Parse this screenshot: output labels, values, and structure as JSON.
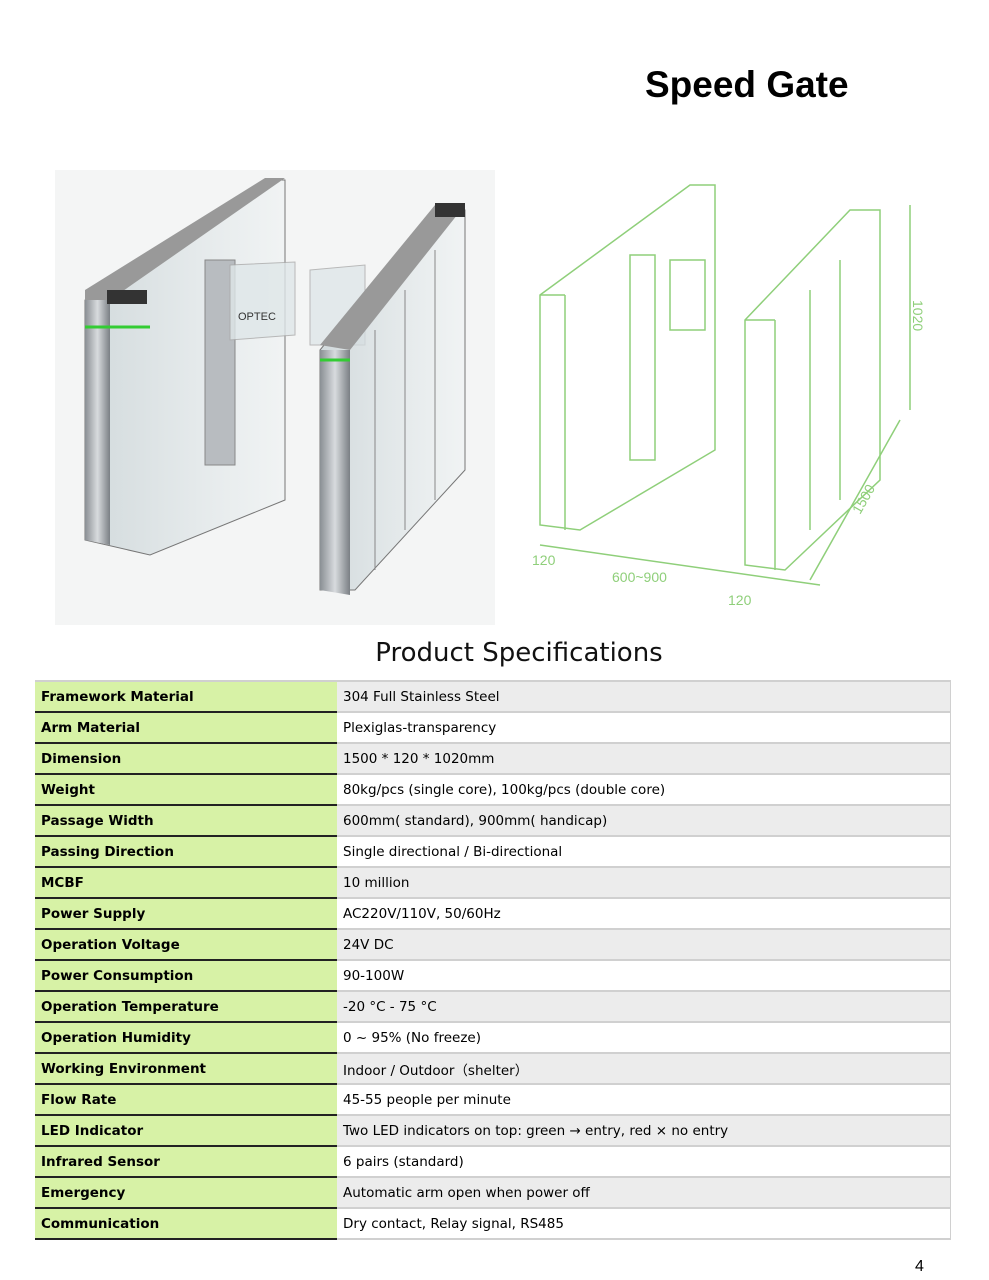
{
  "title": "Speed Gate",
  "photo": {
    "logo_text": "OPTEC"
  },
  "drawing": {
    "dim_height": "1020",
    "dim_length": "1500",
    "dim_width_left": "120",
    "dim_passage": "600~900",
    "dim_width_right": "120"
  },
  "spec_title": "Product Specifications",
  "specs": [
    {
      "k": "Framework Material",
      "v": "304 Full Stainless Steel"
    },
    {
      "k": "Arm Material",
      "v": "Plexiglas-transparency"
    },
    {
      "k": "Dimension",
      "v": "1500 * 120 * 1020mm"
    },
    {
      "k": "Weight",
      "v": "80kg/pcs (single core), 100kg/pcs (double core)"
    },
    {
      "k": "Passage Width",
      "v": "600mm( standard), 900mm( handicap)"
    },
    {
      "k": "Passing Direction",
      "v": "Single directional / Bi-directional"
    },
    {
      "k": "MCBF",
      "v": "10 million"
    },
    {
      "k": "Power Supply",
      "v": "AC220V/110V, 50/60Hz"
    },
    {
      "k": "Operation Voltage",
      "v": "24V DC"
    },
    {
      "k": "Power Consumption",
      "v": "90-100W"
    },
    {
      "k": "Operation Temperature",
      "v": "-20 °C - 75 °C"
    },
    {
      "k": "Operation Humidity",
      "v": "0 ~ 95% (No freeze)"
    },
    {
      "k": "Working Environment",
      "v": "Indoor / Outdoor（shelter）"
    },
    {
      "k": "Flow Rate",
      "v": "45-55 people per minute"
    },
    {
      "k": "LED Indicator",
      "v": "Two LED indicators on top: green → entry, red × no entry"
    },
    {
      "k": "Infrared Sensor",
      "v": "6 pairs (standard)"
    },
    {
      "k": "Emergency",
      "v": "Automatic arm open when power off"
    },
    {
      "k": "Communication",
      "v": "Dry contact, Relay signal, RS485"
    }
  ],
  "page_number": "4"
}
